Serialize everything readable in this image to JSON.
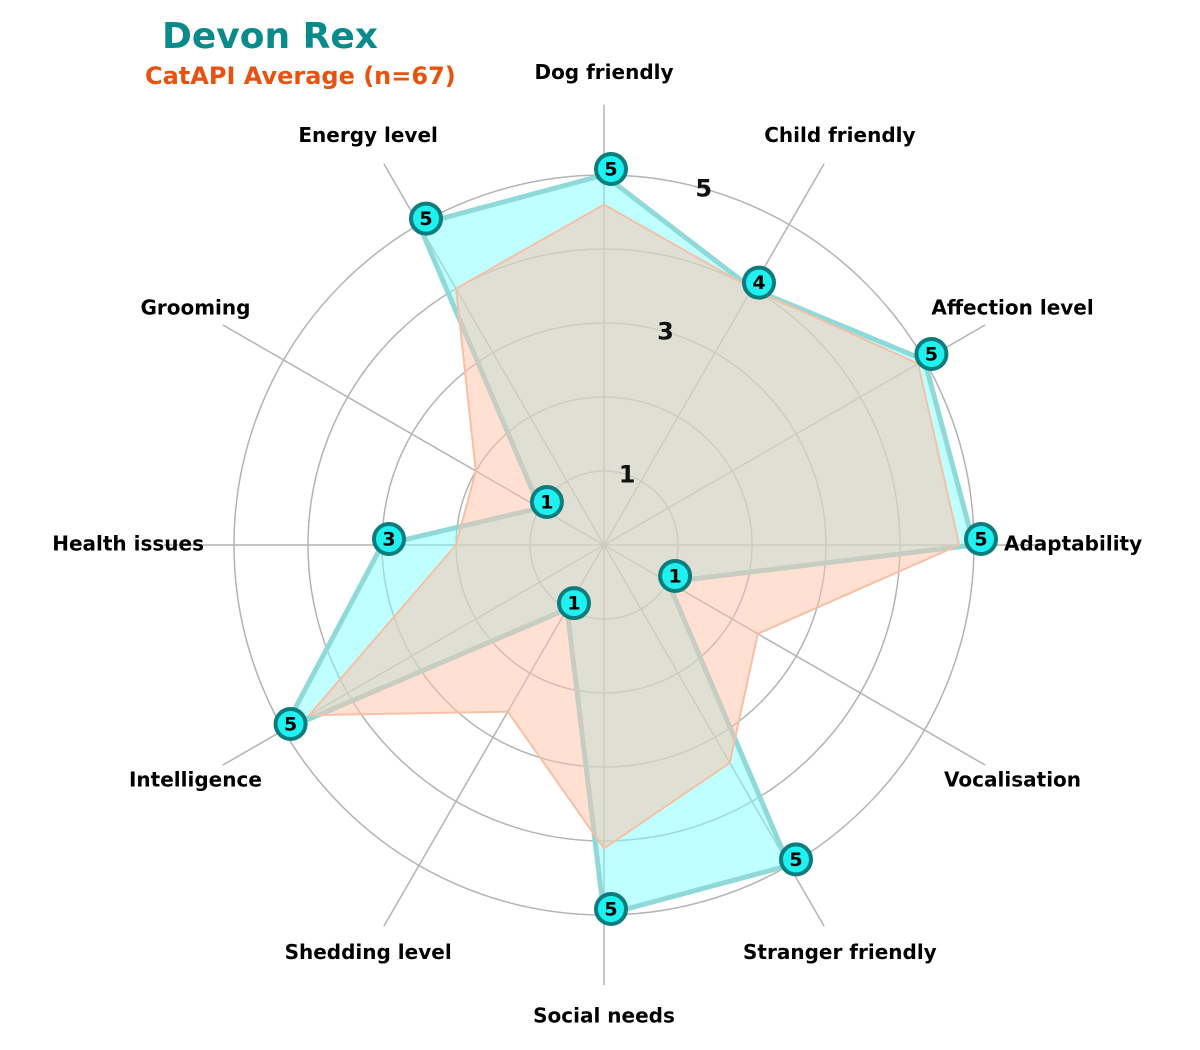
{
  "title": "Devon Rex",
  "subtitle": "CatAPI Average (n=67)",
  "colors": {
    "title": "#0a8a8a",
    "subtitle": "#e8510e",
    "breed_fill": "#80ffff",
    "breed_line": "#8fd9d9",
    "marker_fill": "#1ff0f0",
    "marker_edge": "#0c7c7c",
    "average_fill": "#ffc2a8",
    "average_line": "#f5c0a5",
    "grid": "#b3b3b3"
  },
  "chart_data": {
    "type": "radar",
    "categories": [
      "Adaptability",
      "Affection level",
      "Child friendly",
      "Dog friendly",
      "Energy level",
      "Grooming",
      "Health issues",
      "Intelligence",
      "Shedding level",
      "Social needs",
      "Stranger friendly",
      "Vocalisation"
    ],
    "series": [
      {
        "name": "Devon Rex",
        "values": [
          5,
          5,
          4,
          5,
          5,
          1,
          3,
          5,
          1,
          5,
          5,
          1
        ]
      },
      {
        "name": "CatAPI Average (n=67)",
        "values": [
          4.8,
          4.9,
          4.0,
          4.6,
          4.0,
          2.0,
          2.0,
          4.6,
          2.6,
          4.1,
          3.4,
          2.4
        ]
      }
    ],
    "rlim": [
      0,
      5
    ],
    "r_ticks": [
      1,
      3,
      5
    ],
    "r_tick_labels": [
      "1",
      "3",
      "5"
    ],
    "grid": true
  }
}
